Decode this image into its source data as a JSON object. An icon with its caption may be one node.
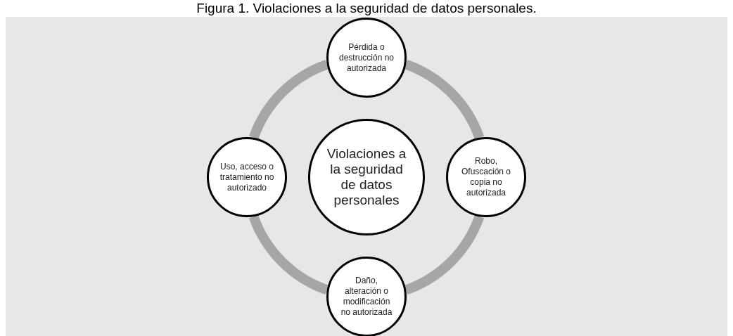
{
  "diagram": {
    "title": "Figura 1. Violaciones a la seguridad de datos personales.",
    "nodes": [
      {
        "text": [
          "Pérdida o destrucción no autorizada"
        ]
      },
      {
        "text": [
          "Uso, acceso o tratamiento no autorizado"
        ]
      },
      {
        "text": [
          "Violaciones a la seguridad de datos personales"
        ]
      },
      {
        "text": [
          "Robo, Ofuscación o copia no autorizada"
        ]
      },
      {
        "text": [
          "Daño, alteración o modificación no autorizada"
        ]
      }
    ],
    "edges": [
      {
        "from": 0,
        "to": 3,
        "arrow": "none"
      },
      {
        "from": 3,
        "to": 4,
        "arrow": "none"
      },
      {
        "from": 4,
        "to": 1,
        "arrow": "none"
      },
      {
        "from": 1,
        "to": 0,
        "arrow": "none"
      }
    ]
  }
}
